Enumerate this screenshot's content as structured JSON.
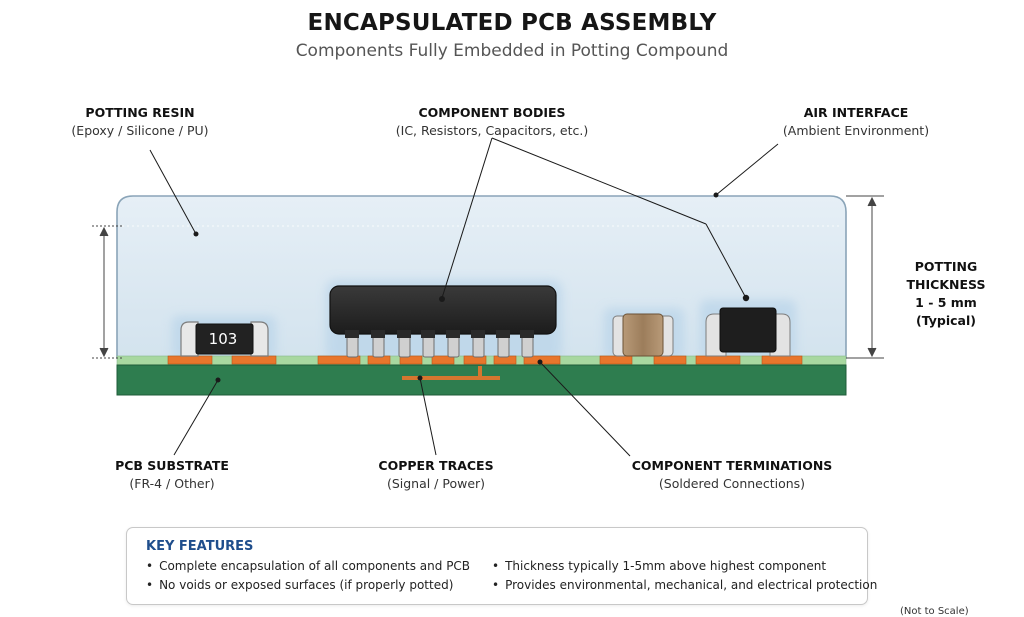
{
  "title": "ENCAPSULATED PCB ASSEMBLY",
  "subtitle": "Components Fully Embedded in Potting Compound",
  "labels": {
    "potting_resin": {
      "title": "POTTING RESIN",
      "sub": "(Epoxy / Silicone / PU)"
    },
    "component_bodies": {
      "title": "COMPONENT BODIES",
      "sub": "(IC, Resistors, Capacitors, etc.)"
    },
    "air_interface": {
      "title": "AIR INTERFACE",
      "sub": "(Ambient Environment)"
    },
    "potting_thickness": {
      "title": "POTTING THICKNESS",
      "value": "1 - 5 mm",
      "note": "(Typical)"
    },
    "pcb_substrate": {
      "title": "PCB SUBSTRATE",
      "sub": "(FR-4 / Other)"
    },
    "copper_traces": {
      "title": "COPPER TRACES",
      "sub": "(Signal / Power)"
    },
    "component_terminations": {
      "title": "COMPONENT TERMINATIONS",
      "sub": "(Soldered Connections)"
    }
  },
  "resistor_marking": "103",
  "key_features": {
    "title": "KEY FEATURES",
    "left": [
      "Complete encapsulation of all components and PCB",
      "No voids or exposed surfaces (if properly potted)"
    ],
    "right": [
      "Thickness typically 1-5mm above highest component",
      "Provides environmental, mechanical, and electrical protection"
    ]
  },
  "scale_note": "(Not to Scale)",
  "colors": {
    "resin": "#dce9f2",
    "pcb": "#2e7d4f",
    "copper": "#e8762c",
    "solder_mask": "#a8d8a0",
    "ic_body": "#2a2a2a",
    "key_title": "#1f4e8c"
  }
}
